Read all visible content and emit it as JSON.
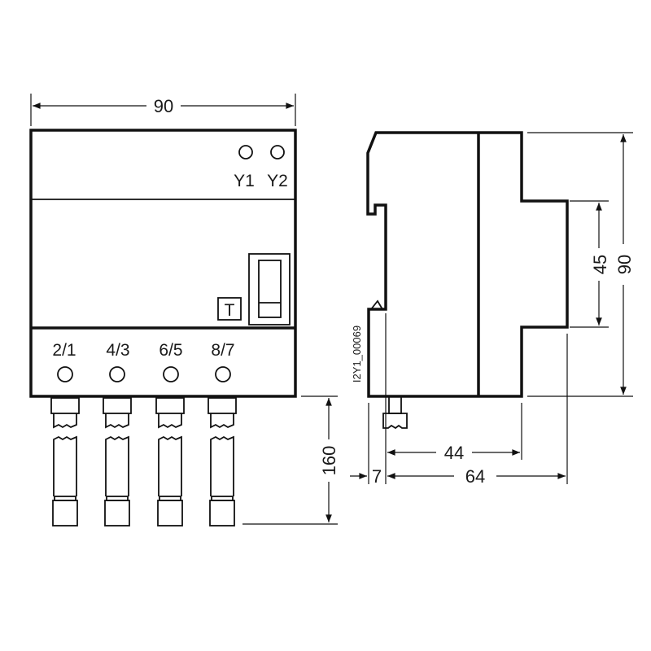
{
  "front_view": {
    "width_dim": "90",
    "aux_terminals": [
      "Y1",
      "Y2"
    ],
    "test_button": "T",
    "main_terminals": [
      "2/1",
      "4/3",
      "6/5",
      "8/7"
    ],
    "fuse_length_dim": "160"
  },
  "side_view": {
    "height_dim": "90",
    "rail_dim": "45",
    "depth_dims": [
      "44",
      "64"
    ],
    "offset_dim": "7",
    "drawing_code": "I2Y1_00069"
  }
}
